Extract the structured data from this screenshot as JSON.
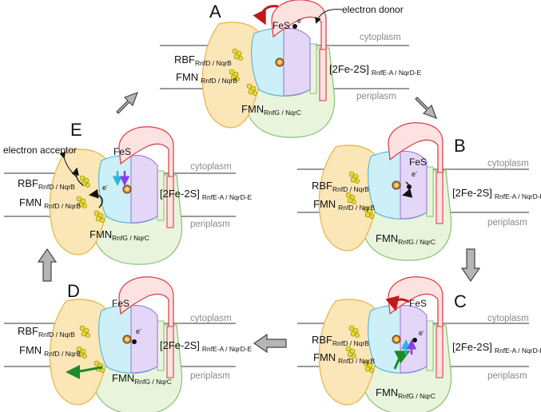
{
  "panel_labels": [
    "A",
    "B",
    "C",
    "D",
    "E"
  ],
  "membrane": {
    "top": "cytoplasm",
    "bottom": "periplasm"
  },
  "labels": {
    "electron_donor": "electron donor",
    "electron_acceptor": "electron acceptor",
    "fes": "FeS",
    "electron": "e",
    "electron_sup": "-",
    "rbf_main": "RBF",
    "rbf_sub": "RnfD / NqrB",
    "fmn_main": "FMN",
    "fmn_sub": "RnfD / NqrB",
    "fmn2_main": "FMN",
    "fmn2_sub": "RnfG / NqrC",
    "fe2s_main": "[2Fe-2S]",
    "fe2s_sub": "RnfE-A / NqrD-E"
  },
  "colors": {
    "yellow_subunit": "#fbe6b8",
    "yellow_stroke": "#e9b74a",
    "cyan_subunit": "#cdeff8",
    "purple_subunit": "#e3d6f7",
    "green_subunit": "#e8f4dc",
    "red_subunit": "#fde2e2",
    "red_stroke": "#d9393e",
    "arrow_red": "#c01818",
    "arrow_green": "#1f8a2a",
    "arrow_cyan": "#25b9de",
    "arrow_purple": "#8a3ee8",
    "membrane_line": "#9a9a9a"
  }
}
